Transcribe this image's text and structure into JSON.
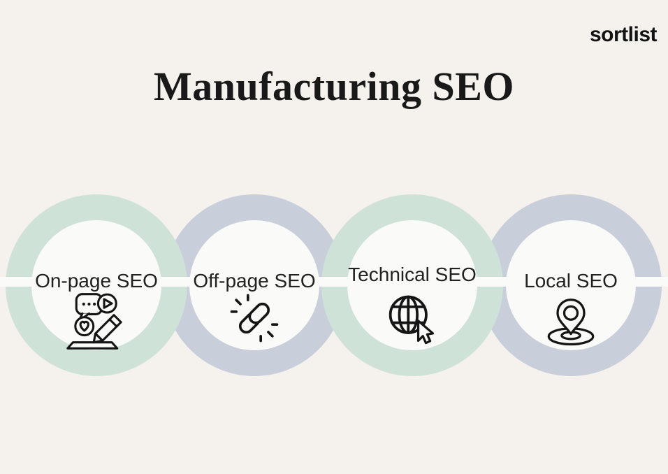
{
  "logo": {
    "text": "sortlist"
  },
  "title": "Manufacturing SEO",
  "colors": {
    "background": "#f5f2ee",
    "surface": "#fafaf8",
    "green_ring": "#cfe2d7",
    "gray_ring": "#c8cfdb",
    "ink": "#1a1a1a"
  },
  "items": [
    {
      "label": "On-page SEO",
      "ring_color": "#cfe2d7",
      "icon": "content-writing-icon"
    },
    {
      "label": "Off-page SEO",
      "ring_color": "#c8cfdb",
      "icon": "link-building-icon"
    },
    {
      "label": "Technical SEO",
      "ring_color": "#cfe2d7",
      "icon": "globe-cursor-icon"
    },
    {
      "label": "Local SEO",
      "ring_color": "#c8cfdb",
      "icon": "map-pin-icon"
    }
  ]
}
